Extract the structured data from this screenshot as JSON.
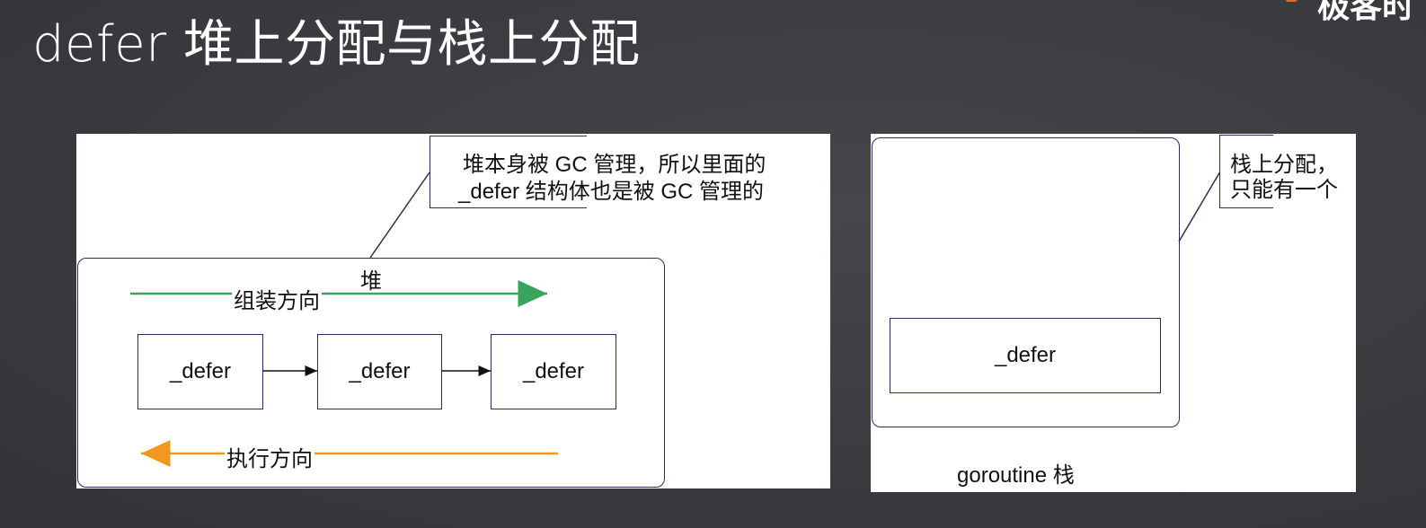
{
  "slide": {
    "title": "defer 堆上分配与栈上分配",
    "logo_text": "极客时"
  },
  "heap_panel": {
    "callout_line1": "堆本身被 GC 管理，所以里面的",
    "callout_line2": "_defer 结构体也是被 GC 管理的",
    "heap_label": "堆",
    "assemble_label": "组装方向",
    "execute_label": "执行方向",
    "defer_items": [
      "_defer",
      "_defer",
      "_defer"
    ],
    "assemble_color": "#3aa35e",
    "execute_color": "#f0991e"
  },
  "stack_panel": {
    "callout_line1": "栈上分配，",
    "callout_line2": "只能有一个",
    "defer_label": "_defer",
    "stack_label": "goroutine 栈"
  },
  "colors": {
    "background": "#3a3b3f",
    "border": "#2b2d55",
    "logo_orange": "#e8682a"
  }
}
